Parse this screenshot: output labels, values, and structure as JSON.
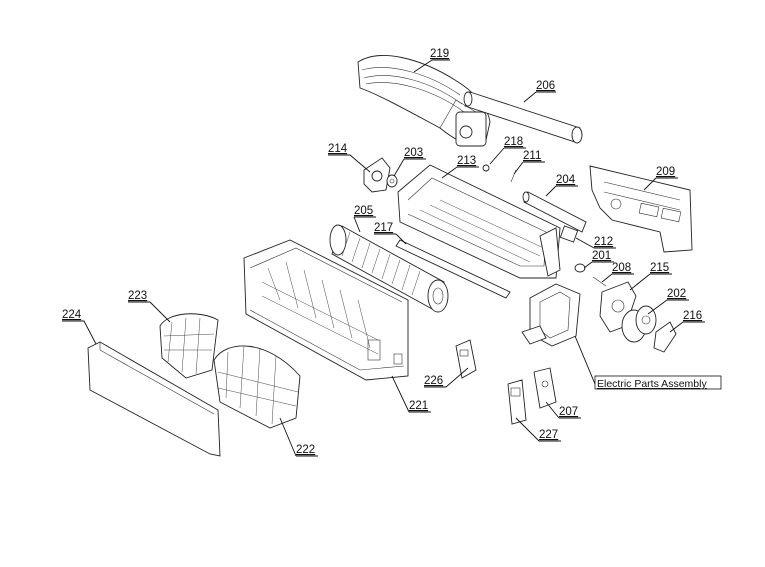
{
  "parts": [
    {
      "id": "p219",
      "label": "219"
    },
    {
      "id": "p206",
      "label": "206"
    },
    {
      "id": "p218",
      "label": "218"
    },
    {
      "id": "p211",
      "label": "211"
    },
    {
      "id": "p214",
      "label": "214"
    },
    {
      "id": "p203",
      "label": "203"
    },
    {
      "id": "p213",
      "label": "213"
    },
    {
      "id": "p204",
      "label": "204"
    },
    {
      "id": "p209",
      "label": "209"
    },
    {
      "id": "p205",
      "label": "205"
    },
    {
      "id": "p217",
      "label": "217"
    },
    {
      "id": "p212",
      "label": "212"
    },
    {
      "id": "p201",
      "label": "201"
    },
    {
      "id": "p208",
      "label": "208"
    },
    {
      "id": "p215",
      "label": "215"
    },
    {
      "id": "p202",
      "label": "202"
    },
    {
      "id": "p216",
      "label": "216"
    },
    {
      "id": "p223",
      "label": "223"
    },
    {
      "id": "p224",
      "label": "224"
    },
    {
      "id": "p226",
      "label": "226"
    },
    {
      "id": "p221",
      "label": "221"
    },
    {
      "id": "p222",
      "label": "222"
    },
    {
      "id": "p207",
      "label": "207"
    },
    {
      "id": "p227",
      "label": "227"
    }
  ],
  "assembly_label": "Electric Parts Assembly"
}
